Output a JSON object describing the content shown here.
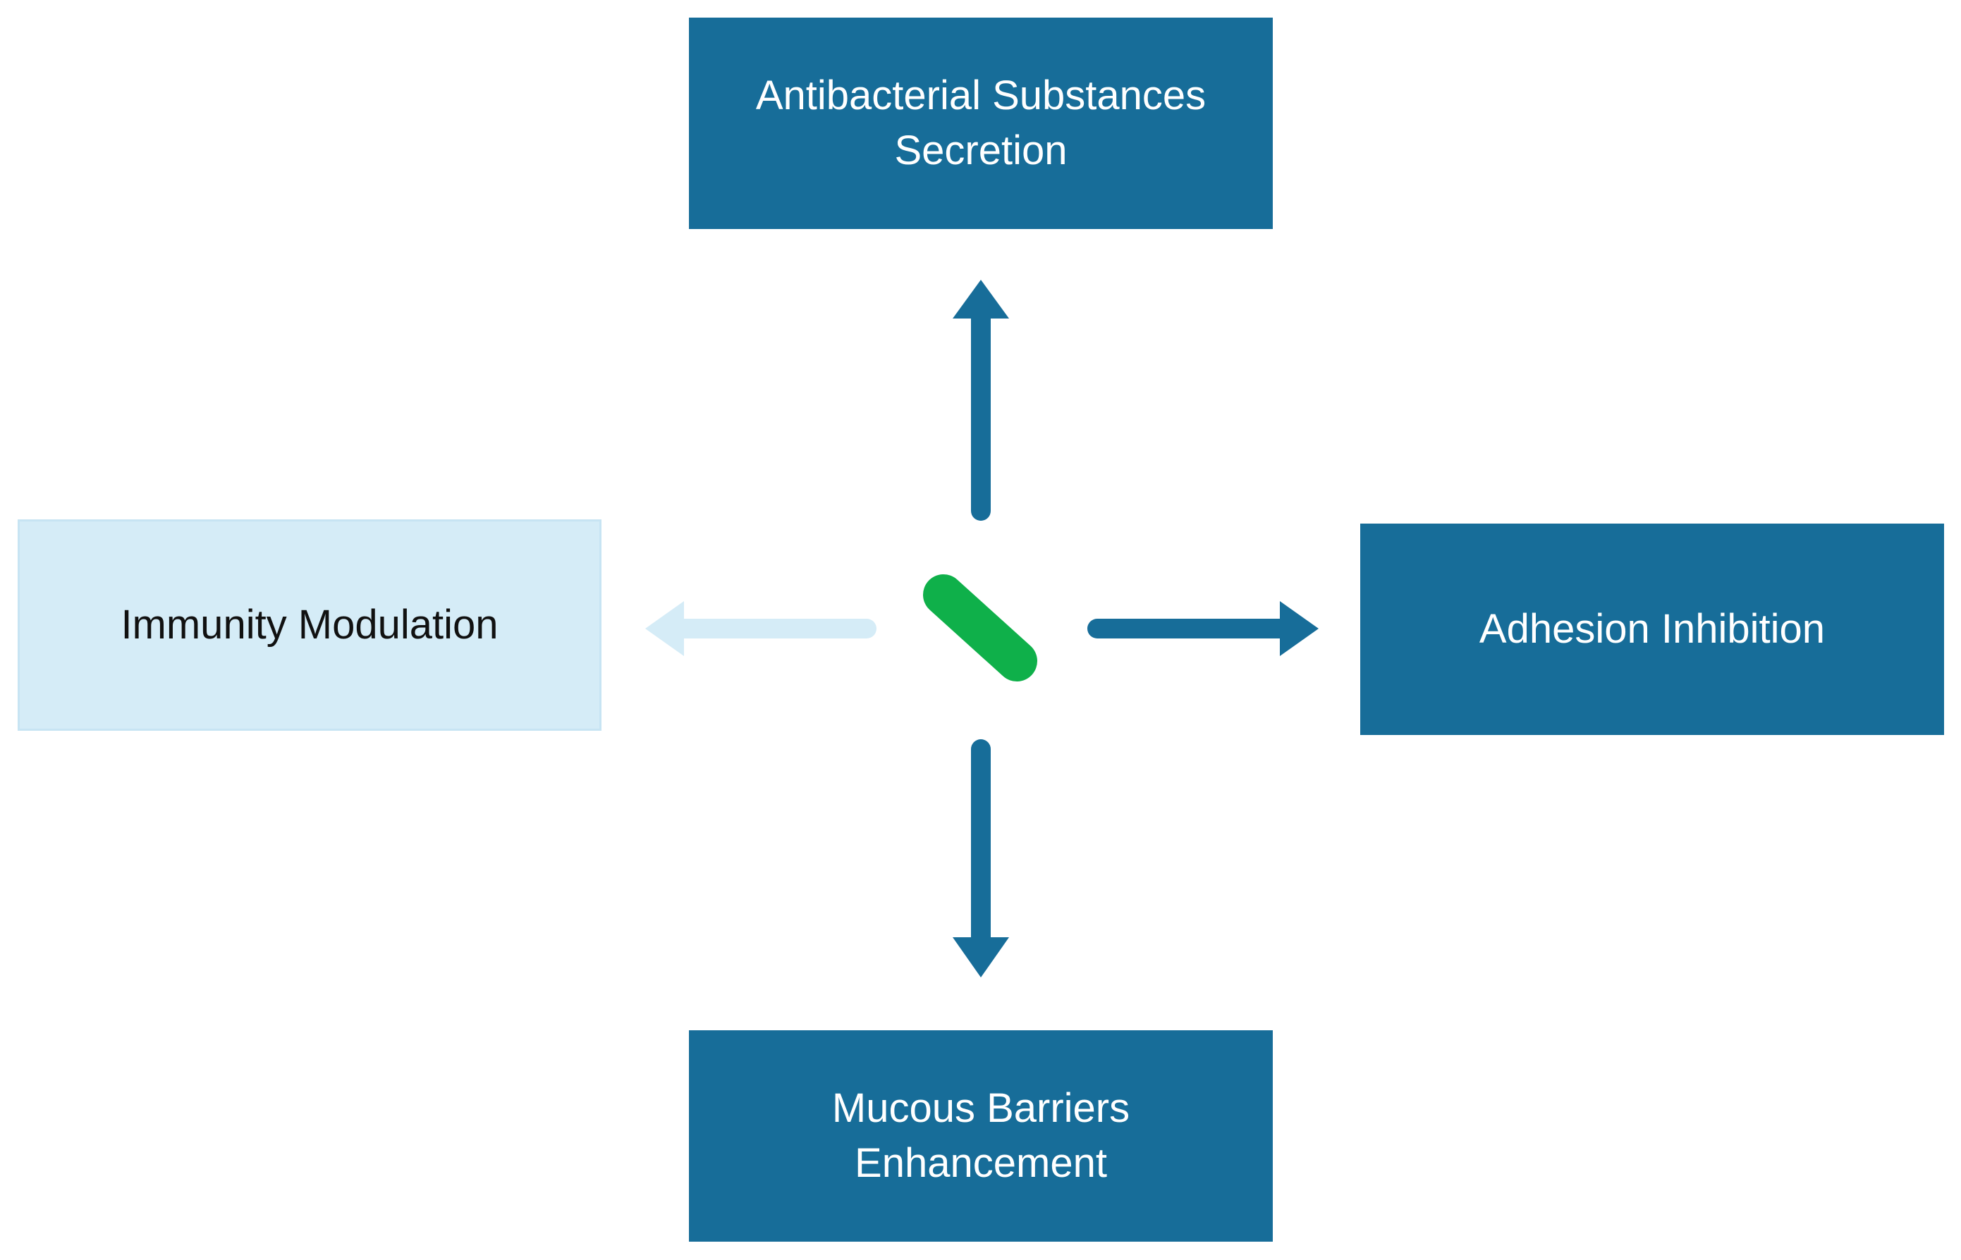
{
  "diagram": {
    "center": {
      "icon": "bacterium-icon",
      "color": "#0fb04a"
    },
    "nodes": {
      "top": {
        "label": "Antibacterial Substances\nSecretion",
        "color": "#176d99"
      },
      "right": {
        "label": "Adhesion Inhibition",
        "color": "#176d99"
      },
      "bottom": {
        "label": "Mucous Barriers\nEnhancement",
        "color": "#176d99"
      },
      "left": {
        "label": "Immunity Modulation",
        "color": "#d5ecf7"
      }
    },
    "arrow_colors": {
      "dark": "#176d99",
      "light": "#d5ecf7"
    }
  }
}
